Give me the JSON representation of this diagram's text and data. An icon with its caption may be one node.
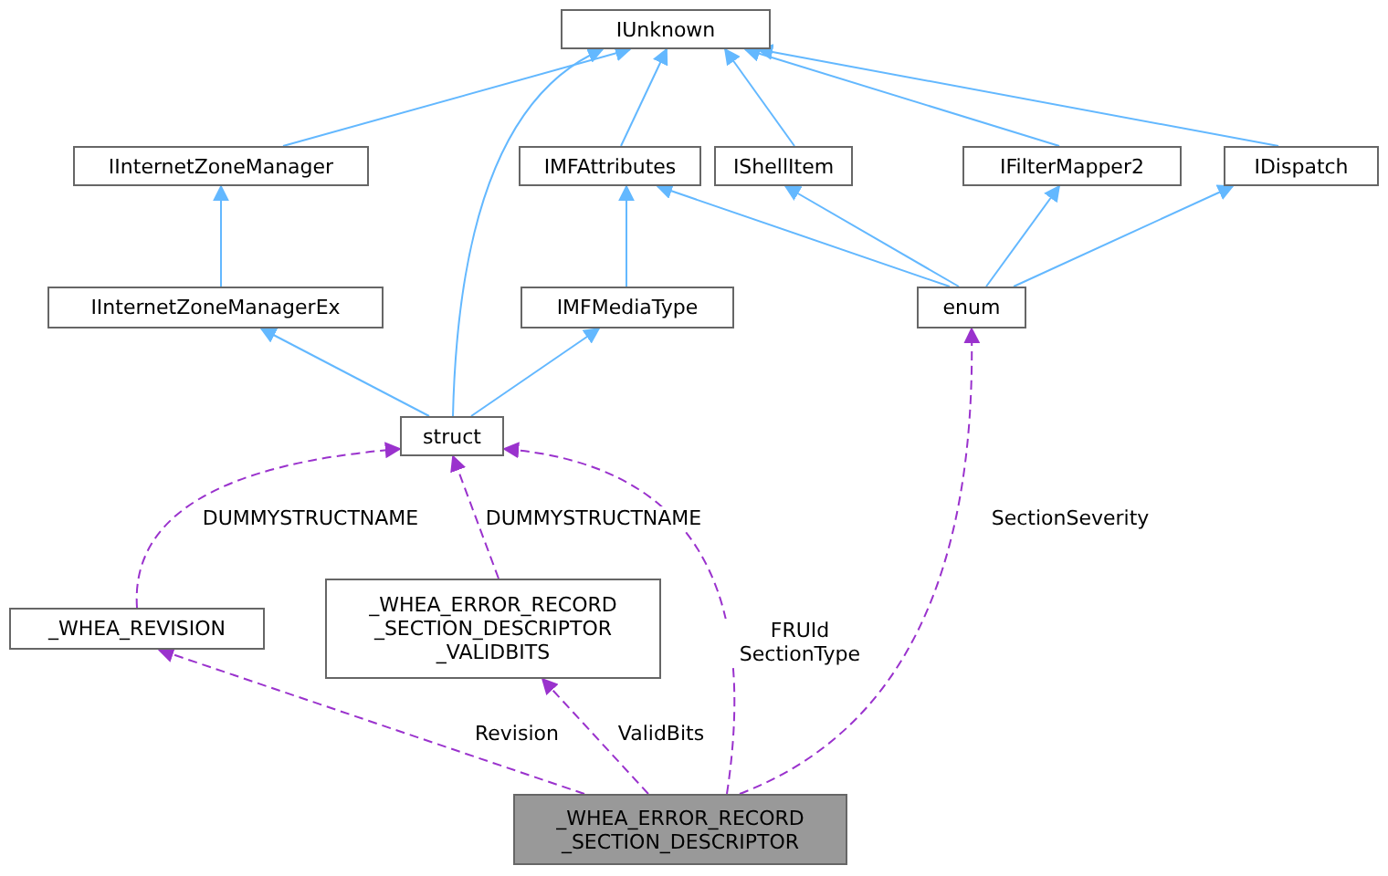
{
  "diagram": {
    "nodes": [
      {
        "text": [
          "IUnknown"
        ]
      },
      {
        "text": [
          "IInternetZoneManager"
        ]
      },
      {
        "text": [
          "IMFAttributes"
        ]
      },
      {
        "text": [
          "IShellItem"
        ]
      },
      {
        "text": [
          "IFilterMapper2"
        ]
      },
      {
        "text": [
          "IDispatch"
        ]
      },
      {
        "text": [
          "IInternetZoneManagerEx"
        ]
      },
      {
        "text": [
          "IMFMediaType"
        ]
      },
      {
        "text": [
          "enum"
        ]
      },
      {
        "text": [
          "struct"
        ]
      },
      {
        "text": [
          "_WHEA_REVISION"
        ]
      },
      {
        "text": [
          "_WHEA_ERROR_RECORD _SECTION_DESCRIPTOR _VALIDBITS"
        ]
      },
      {
        "text": [
          "_WHEA_ERROR_RECORD _SECTION_DESCRIPTOR"
        ]
      }
    ],
    "edges": [
      {
        "from": 1,
        "to": 0,
        "arrow": "to"
      },
      {
        "from": 9,
        "to": 0,
        "arrow": "to"
      },
      {
        "from": 2,
        "to": 0,
        "arrow": "to"
      },
      {
        "from": 3,
        "to": 0,
        "arrow": "to"
      },
      {
        "from": 4,
        "to": 0,
        "arrow": "to"
      },
      {
        "from": 5,
        "to": 0,
        "arrow": "to"
      },
      {
        "from": 6,
        "to": 1,
        "arrow": "to"
      },
      {
        "from": 7,
        "to": 2,
        "arrow": "to"
      },
      {
        "from": 8,
        "to": 2,
        "arrow": "to"
      },
      {
        "from": 8,
        "to": 3,
        "arrow": "to"
      },
      {
        "from": 8,
        "to": 4,
        "arrow": "to"
      },
      {
        "from": 8,
        "to": 5,
        "arrow": "to"
      },
      {
        "from": 9,
        "to": 6,
        "arrow": "to"
      },
      {
        "from": 9,
        "to": 7,
        "arrow": "to"
      },
      {
        "from": 10,
        "to": 9,
        "arrow": "to",
        "label": "DUMMYSTRUCTNAME",
        "style": "dashed",
        "color": "#9a32cd"
      },
      {
        "from": 11,
        "to": 9,
        "arrow": "to",
        "label": "DUMMYSTRUCTNAME",
        "style": "dashed",
        "color": "#9a32cd"
      },
      {
        "from": 12,
        "to": 9,
        "arrow": "to",
        "label": "FRUId SectionType",
        "style": "dashed",
        "color": "#9a32cd"
      },
      {
        "from": 12,
        "to": 8,
        "arrow": "to",
        "label": "SectionSeverity",
        "style": "dashed",
        "color": "#9a32cd"
      },
      {
        "from": 12,
        "to": 10,
        "arrow": "to",
        "label": "Revision",
        "style": "dashed",
        "color": "#9a32cd"
      },
      {
        "from": 12,
        "to": 11,
        "arrow": "to",
        "label": "ValidBits",
        "style": "dashed",
        "color": "#9a32cd"
      }
    ]
  }
}
